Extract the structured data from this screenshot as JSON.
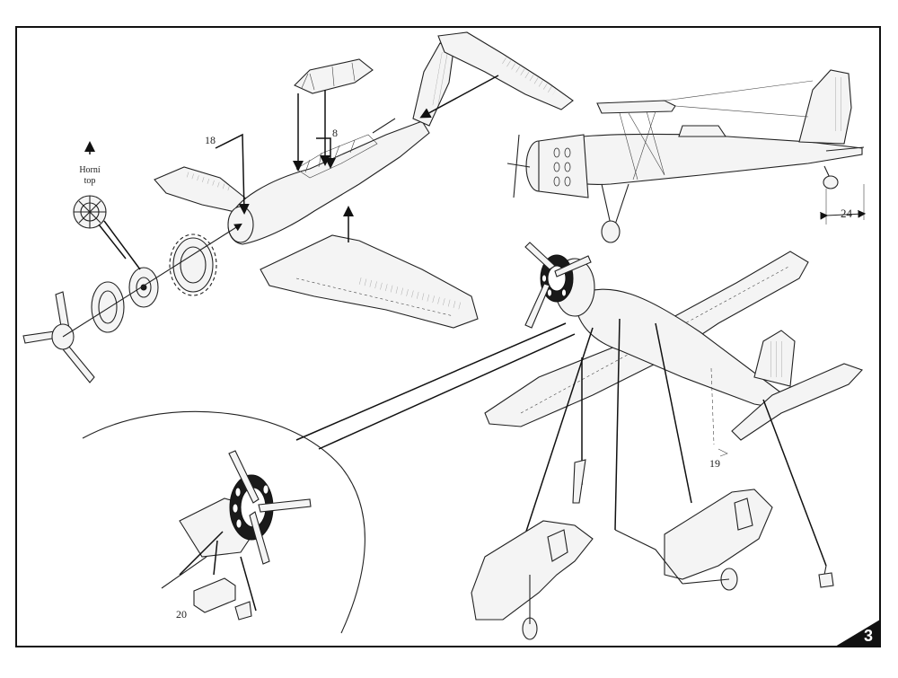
{
  "sheet": {
    "page_number": "3"
  },
  "labels": {
    "part_18": "18",
    "part_8": "8",
    "part_19": "19",
    "part_20": "20",
    "direction_line1": "Horní",
    "direction_line2": "top",
    "dimension": "24"
  }
}
